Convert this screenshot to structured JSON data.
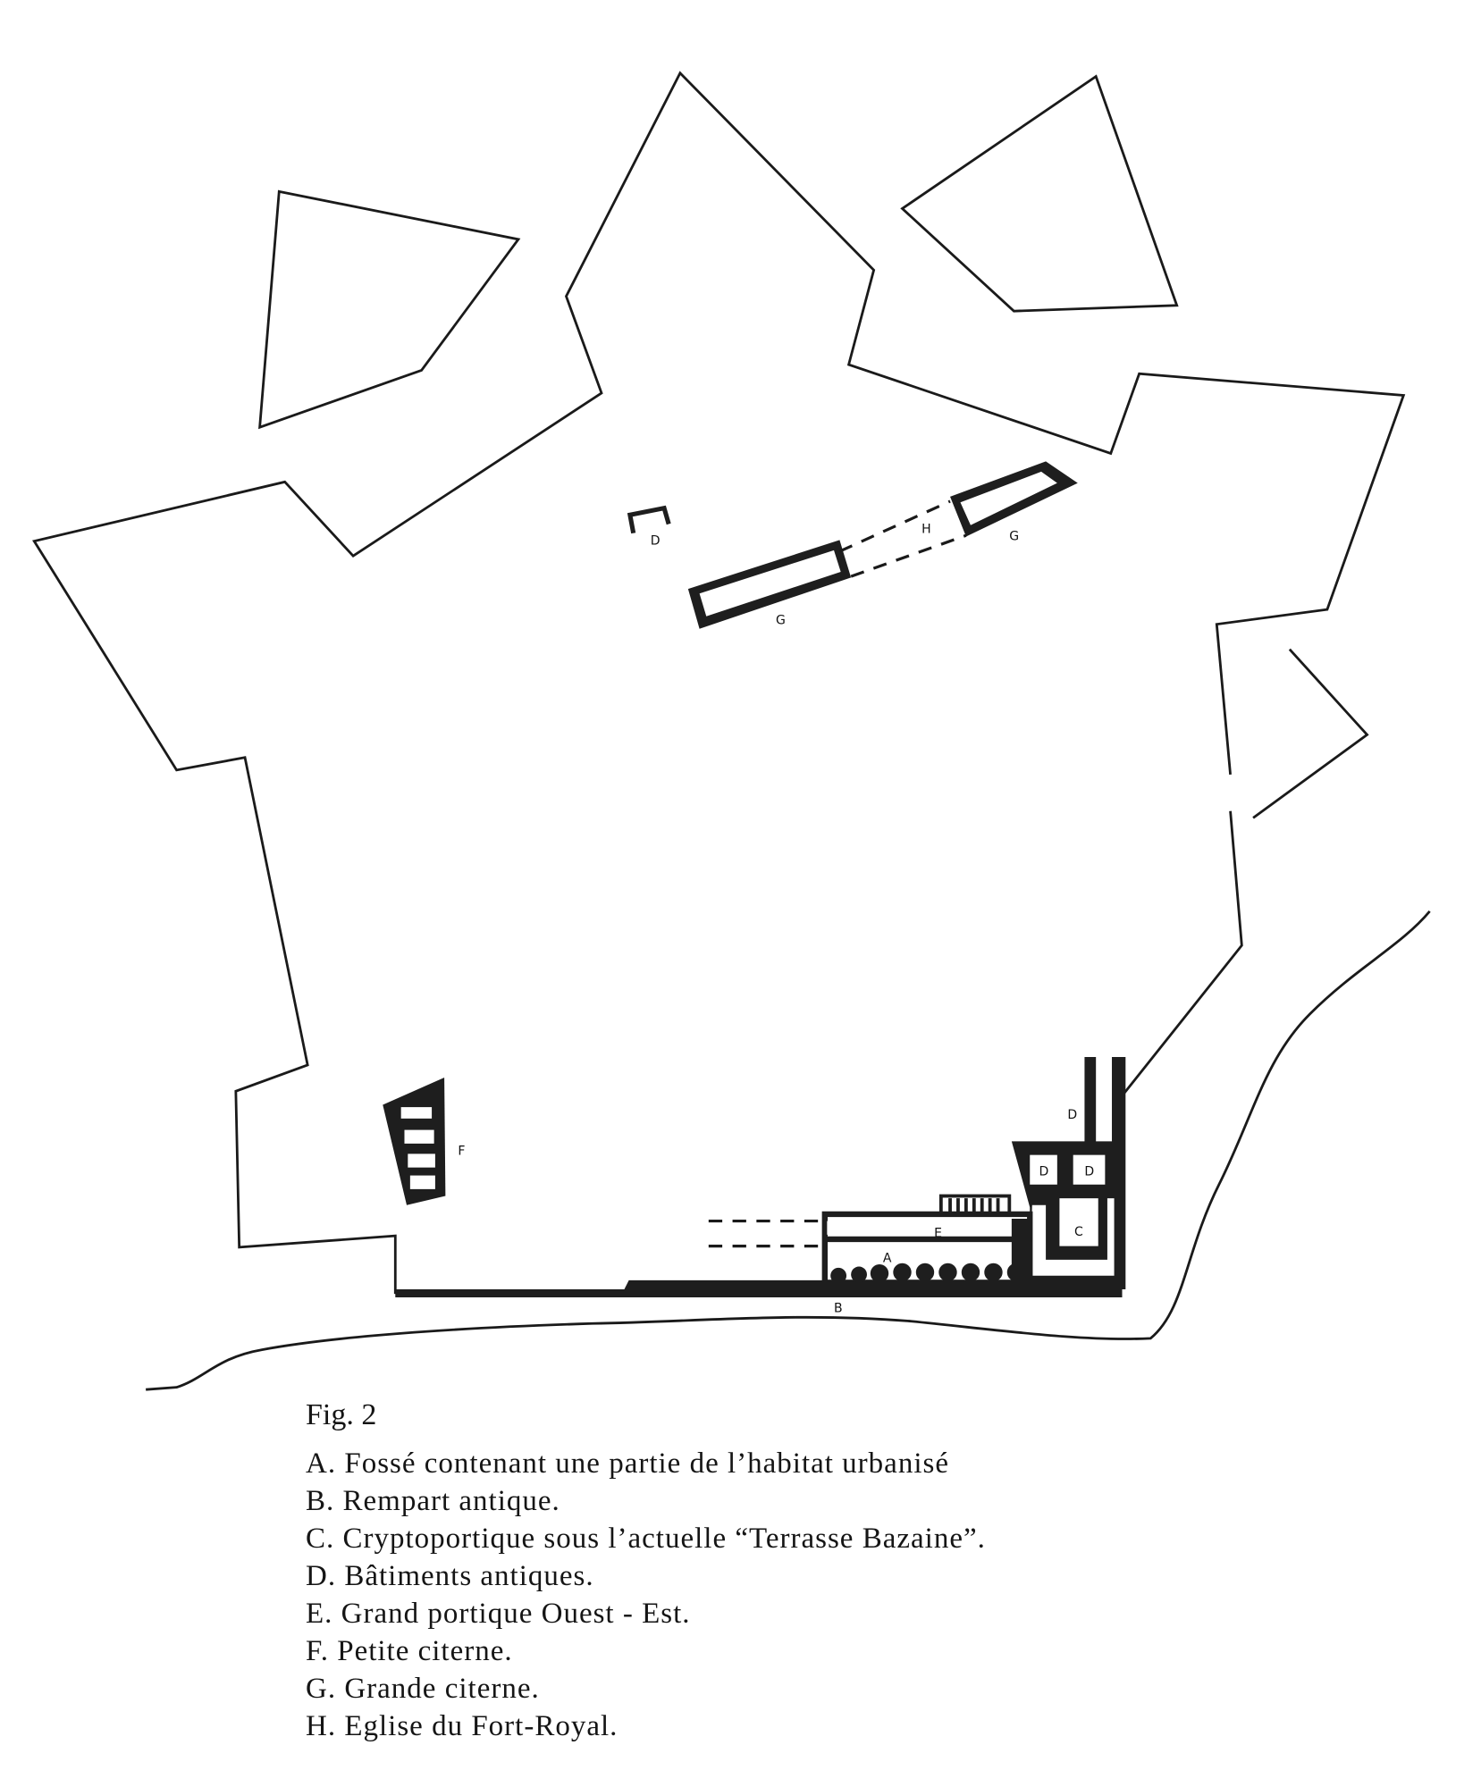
{
  "figure": {
    "title": "Fig. 2",
    "map_labels": {
      "A": "A",
      "B": "B",
      "C": "C",
      "D": "D",
      "E": "E",
      "F": "F",
      "G": "G",
      "H": "H"
    },
    "legend": [
      {
        "key": "A.",
        "text": "Fossé contenant une partie de l’habitat urbanisé"
      },
      {
        "key": "B.",
        "text": "Rempart antique."
      },
      {
        "key": "C.",
        "text": "Cryptoportique sous l’actuelle “Terrasse Bazaine”."
      },
      {
        "key": "D.",
        "text": "Bâtiments antiques."
      },
      {
        "key": "E.",
        "text": "Grand portique Ouest - Est."
      },
      {
        "key": "F.",
        "text": "Petite citerne."
      },
      {
        "key": "G.",
        "text": "Grande citerne."
      },
      {
        "key": "H.",
        "text": "Eglise du Fort-Royal."
      }
    ]
  }
}
